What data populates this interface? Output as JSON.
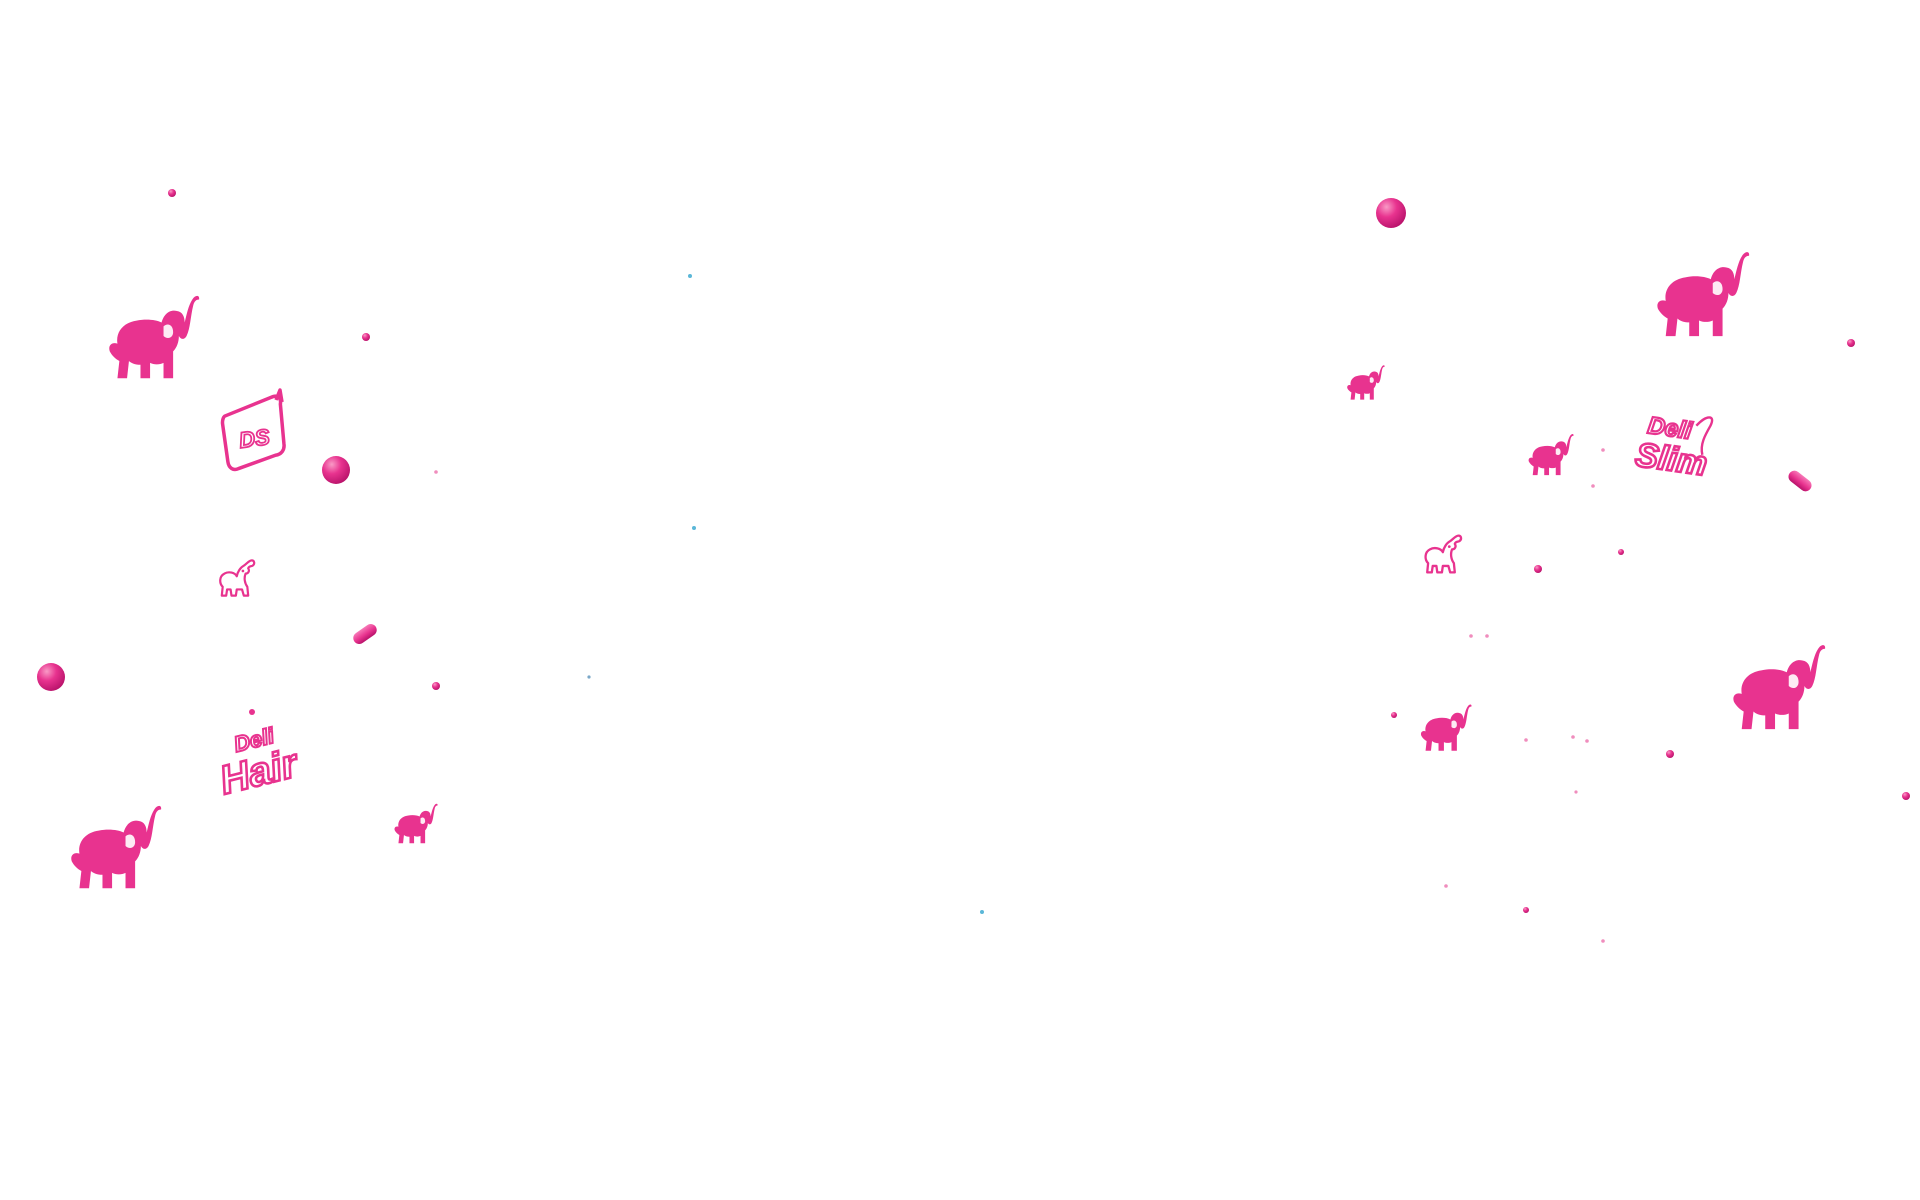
{
  "colors": {
    "background": "#ffffff",
    "brand_pink": "#e8338f",
    "pink_highlight": "#f77ab8",
    "pink_shadow": "#c91c73",
    "dot_blue": "#5bb7d8"
  },
  "logos": {
    "deli_hair": {
      "line1": "Deli",
      "line2": "Hair"
    },
    "deli_slim": {
      "line1": "Deli",
      "line2": "Slim"
    }
  },
  "icons": [
    "elephant-icon",
    "elephant-outline-icon",
    "ds-badge-icon",
    "deli-hair-logo",
    "deli-slim-logo",
    "pink-sphere",
    "pink-capsule",
    "blue-dot"
  ]
}
